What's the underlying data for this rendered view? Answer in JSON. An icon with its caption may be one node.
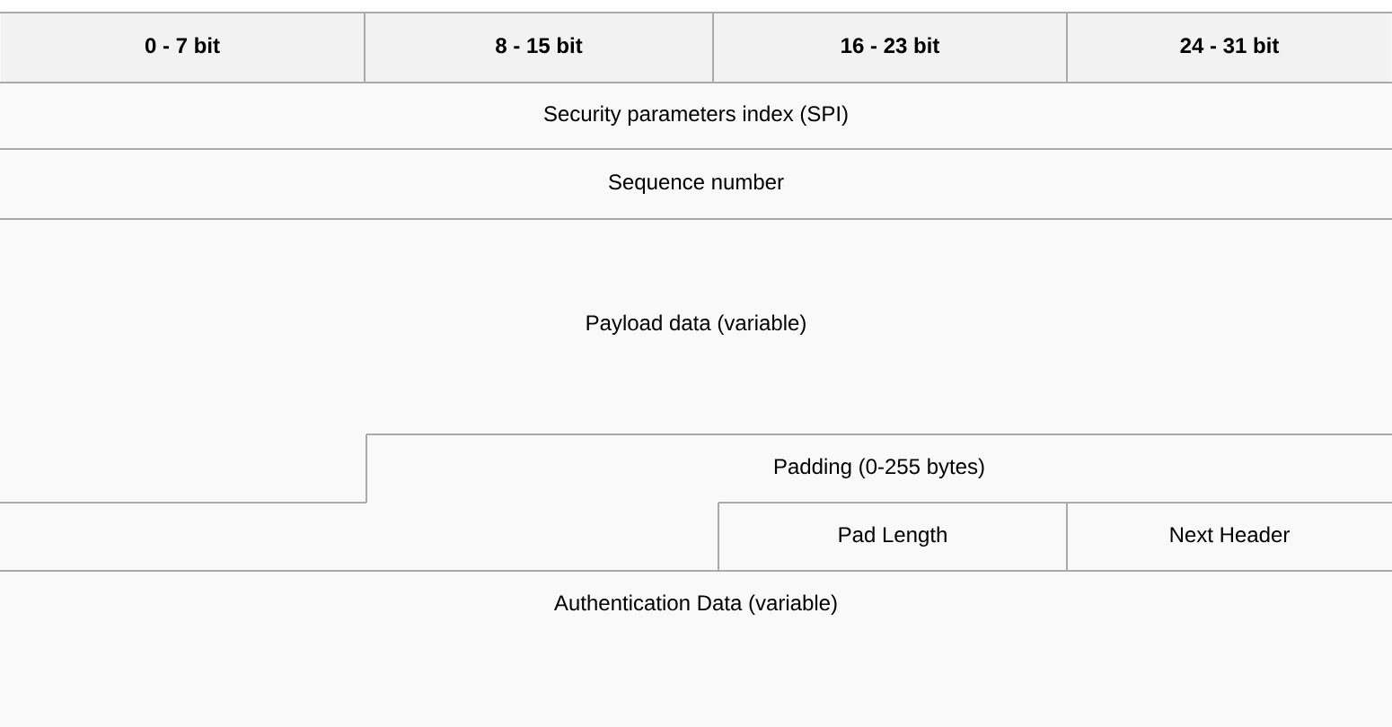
{
  "diagram": {
    "nodes": [
      {
        "text": [
          "0 - 7 bit"
        ]
      },
      {
        "text": [
          "8 - 15 bit"
        ]
      },
      {
        "text": [
          "16 - 23 bit"
        ]
      },
      {
        "text": [
          "24 - 31 bit"
        ]
      },
      {
        "text": [
          "Security parameters index (SPI)"
        ]
      },
      {
        "text": [
          "Sequence number"
        ]
      },
      {
        "text": [
          "Payload data (variable)"
        ]
      },
      {
        "text": [
          "Padding (0-255 bytes)"
        ]
      },
      {
        "text": [
          "Pad Length"
        ]
      },
      {
        "text": [
          "Next Header"
        ]
      },
      {
        "text": [
          "Authentication Data (variable)"
        ]
      }
    ]
  }
}
